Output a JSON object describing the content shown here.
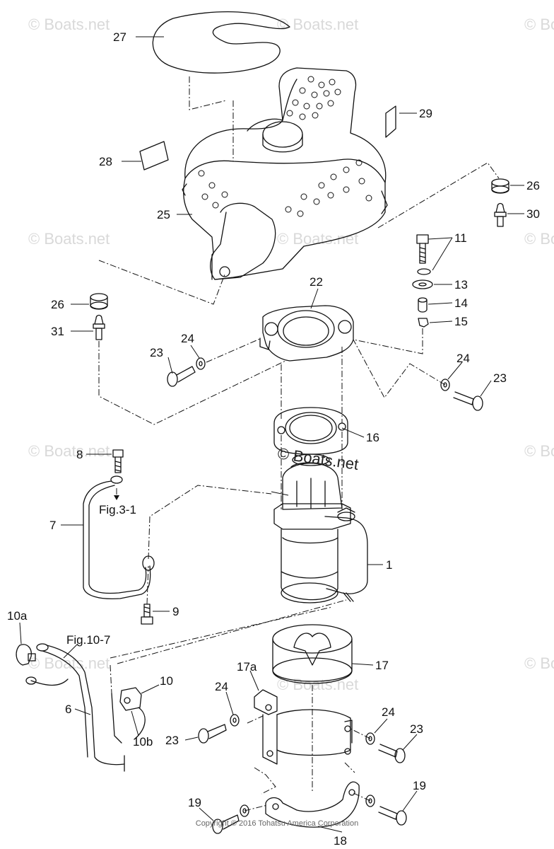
{
  "watermark": "© Boats.net",
  "center_watermark": "© Boats.net",
  "copyright": "Copyright © 2016 Tohatsu America Corporation",
  "callouts": {
    "p27": "27",
    "p29": "29",
    "p28": "28",
    "p26a": "26",
    "p30": "30",
    "p25": "25",
    "p11": "11",
    "p13": "13",
    "p14": "14",
    "p15": "15",
    "p22": "22",
    "p26b": "26",
    "p31": "31",
    "p24a": "24",
    "p23a": "23",
    "p24b": "24",
    "p23b": "23",
    "p16": "16",
    "p8": "8",
    "p7": "7",
    "p1": "1",
    "p9": "9",
    "p10a": "10a",
    "p10": "10",
    "p10b": "10b",
    "p6": "6",
    "p17": "17",
    "p17a": "17a",
    "p24c": "24",
    "p23c": "23",
    "p24d": "24",
    "p23d": "23",
    "p19a": "19",
    "p19b": "19",
    "p18": "18"
  },
  "refs": {
    "fig31": "Fig.3-1",
    "fig107": "Fig.10-7"
  },
  "colors": {
    "line": "#111111",
    "watermark": "#d9d9d9"
  }
}
